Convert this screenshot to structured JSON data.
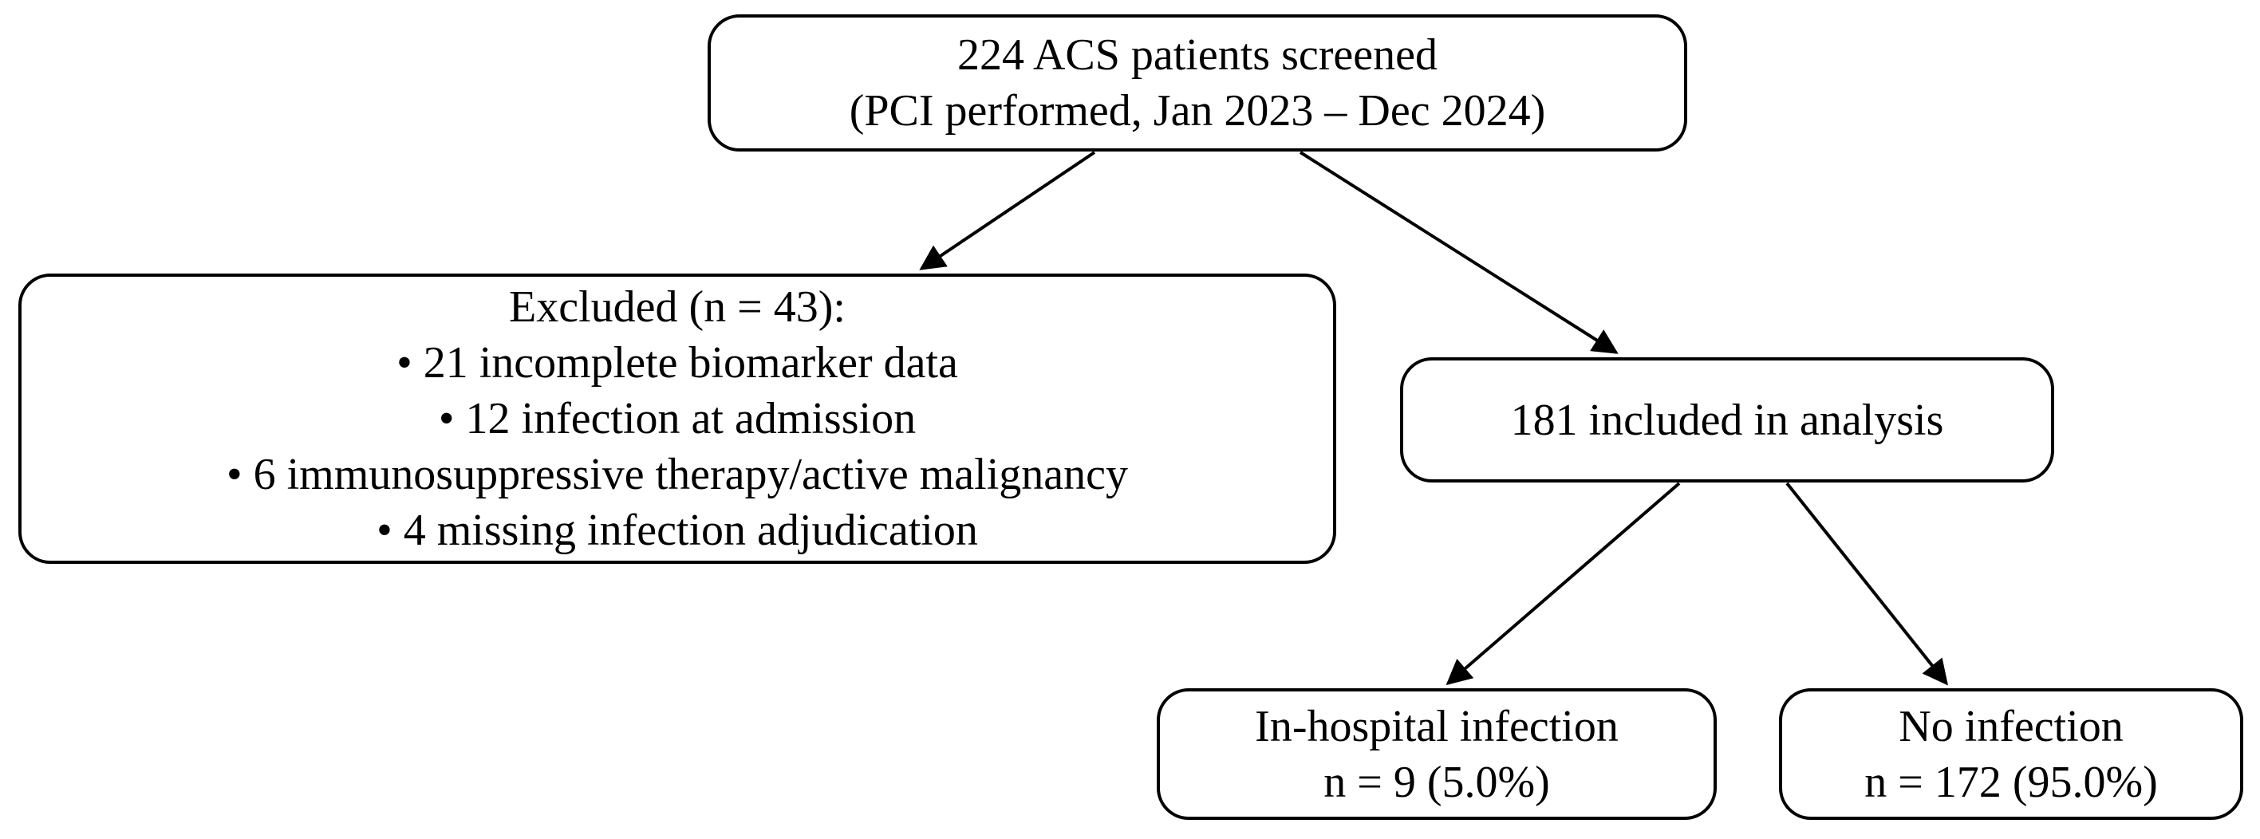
{
  "diagram": {
    "type": "flowchart",
    "background_color": "#ffffff",
    "box_fill_color": "#ffffff",
    "stroke_color": "#000000",
    "nodes": {
      "screened": {
        "lines": [
          "224 ACS patients screened",
          "(PCI performed, Jan 2023 – Dec 2024)"
        ]
      },
      "excluded": {
        "lines": [
          "Excluded (n = 43):",
          "• 21 incomplete biomarker data",
          "• 12 infection at admission",
          "• 6 immunosuppressive therapy/active malignancy",
          "• 4 missing infection adjudication"
        ]
      },
      "included": {
        "lines": [
          "181 included in analysis"
        ]
      },
      "infection": {
        "lines": [
          "In-hospital infection",
          "n = 9 (5.0%)"
        ]
      },
      "no_infection": {
        "lines": [
          "No infection",
          "n = 172 (95.0%)"
        ]
      }
    },
    "edges": [
      {
        "from": "screened",
        "to": "excluded"
      },
      {
        "from": "screened",
        "to": "included"
      },
      {
        "from": "included",
        "to": "infection"
      },
      {
        "from": "included",
        "to": "no_infection"
      }
    ]
  }
}
